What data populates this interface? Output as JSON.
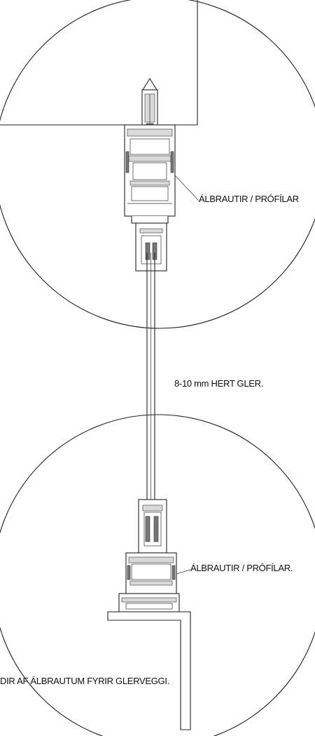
{
  "labels": {
    "top_profile": "ÁLBRAUTIR / PRÓFÍLAR",
    "glass": "8-10 mm HERT GLER.",
    "bottom_profile": "ÁLBRAUTIR / PRÓFÍLAR.",
    "caption": "DIR AF ÁLBRAUTUM FYRIR GLERVEGGI."
  }
}
